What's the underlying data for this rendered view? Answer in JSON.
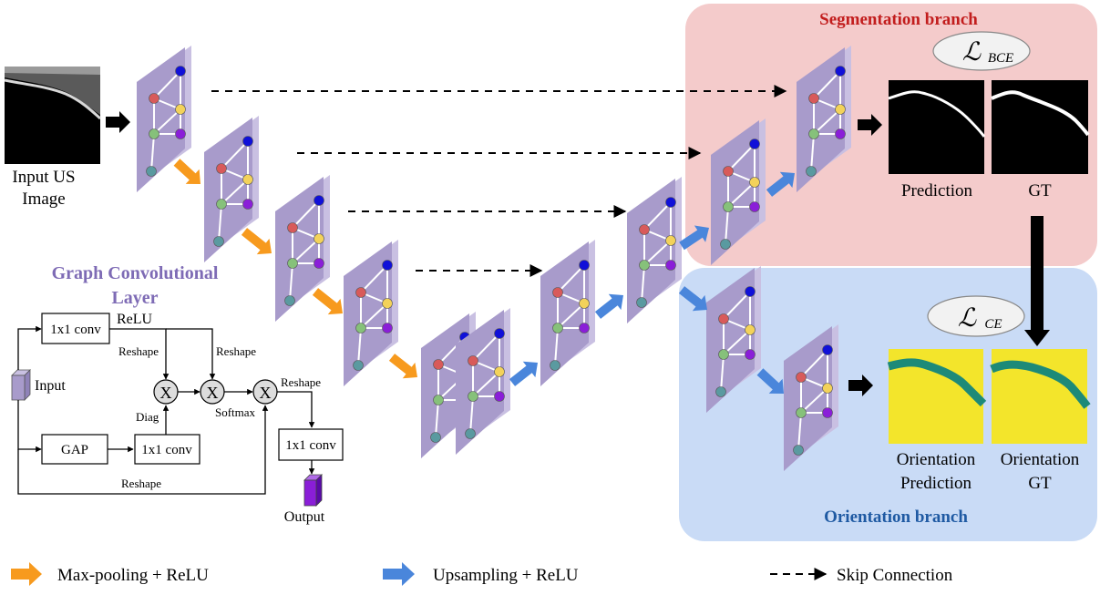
{
  "colors": {
    "seg_panel": "#f4cbcb",
    "orient_panel": "#c9dbf6",
    "seg_title": "#c21d1d",
    "orient_title": "#1f5aa3",
    "gcl_title": "#7e6bb5",
    "layer_face": "#a89bcb",
    "layer_side": "#c9c0e2",
    "maxpool_arrow": "#f79a1e",
    "upsample_arrow": "#4a86db",
    "orient_yellow": "#f3e52b",
    "orient_teal": "#1d8a78",
    "node_blue": "#1010d8",
    "node_red": "#d85a5a",
    "node_yellow": "#f3d25a",
    "node_green": "#86c17a",
    "node_purple": "#8a1ed8",
    "node_teal": "#5a9aa0"
  },
  "labels": {
    "input": "Input US\nImage",
    "seg_title": "Segmentation branch",
    "orient_title": "Orientation branch",
    "loss_bce": "ℒ",
    "loss_bce_sub": "BCE",
    "loss_ce": "ℒ",
    "loss_ce_sub": "CE",
    "prediction": "Prediction",
    "gt": "GT",
    "orient_pred": "Orientation\nPrediction",
    "orient_gt": "Orientation\nGT",
    "gcl_title": "Graph Convolutional\nLayer"
  },
  "gcl": {
    "conv1": "1x1 conv",
    "relu": "ReLU",
    "reshape": "Reshape",
    "input": "Input",
    "gap": "GAP",
    "conv2": "1x1 conv",
    "diag": "Diag",
    "softmax": "Softmax",
    "conv3": "1x1 conv",
    "output": "Output",
    "mult": "X"
  },
  "legend": {
    "maxpool": "Max-pooling + ReLU",
    "upsample": "Upsampling + ReLU",
    "skip": "Skip  Connection"
  }
}
